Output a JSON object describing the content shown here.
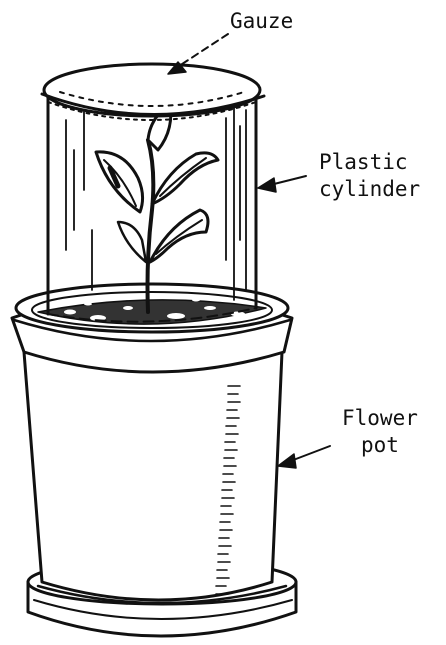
{
  "labels": {
    "gauze": "Gauze",
    "plastic_cylinder": [
      "Plastic",
      "cylinder"
    ],
    "flower_pot": [
      "Flower",
      "pot"
    ]
  },
  "colors": {
    "ink": "#111111",
    "paper": "#ffffff"
  }
}
